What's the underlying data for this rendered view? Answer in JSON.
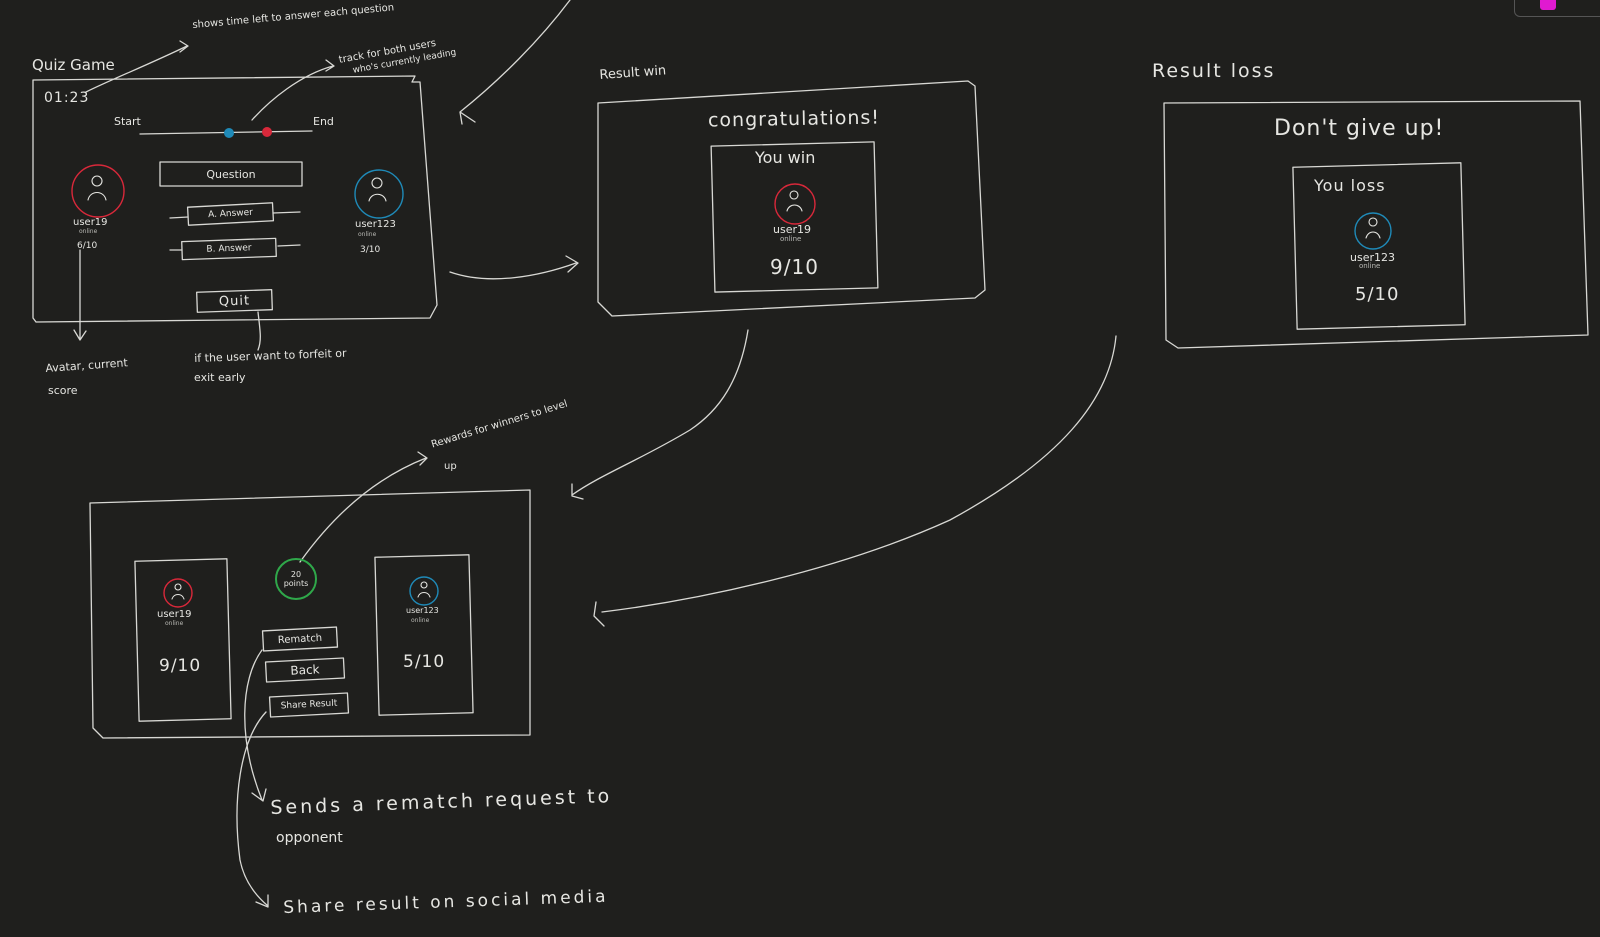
{
  "quiz": {
    "title": "Quiz Game",
    "timer": "01:23",
    "track_start": "Start",
    "track_end": "End",
    "question": "Question",
    "answer_a": "A. Answer",
    "answer_b": "B. Answer",
    "quit": "Quit",
    "player1": {
      "name": "user19",
      "status": "online",
      "score": "6/10"
    },
    "player2": {
      "name": "user123",
      "status": "online",
      "score": "3/10"
    }
  },
  "win": {
    "label": "Result win",
    "heading": "congratulations!",
    "card_title": "You win",
    "name": "user19",
    "status": "online",
    "score": "9/10"
  },
  "loss": {
    "label": "Result loss",
    "heading": "Don't give up!",
    "card_title": "You loss",
    "name": "user123",
    "status": "online",
    "score": "5/10"
  },
  "summary": {
    "points": "20 points",
    "rematch": "Rematch",
    "back": "Back",
    "share": "Share Result",
    "player1": {
      "name": "user19",
      "status": "online",
      "score": "9/10"
    },
    "player2": {
      "name": "user123",
      "status": "online",
      "score": "5/10"
    }
  },
  "notes": {
    "timer_note": "shows time left to answer each question",
    "track_note_1": "track for both users",
    "track_note_2": "who's currently leading",
    "avatar_note_1": "Avatar, current",
    "avatar_note_2": "score",
    "quit_note_1": "if the user want to forfeit or",
    "quit_note_2": "exit early",
    "rewards_note_1": "Rewards for winners to level",
    "rewards_note_2": "up",
    "rematch_note_1": "Sends a rematch request to",
    "rematch_note_2": "opponent",
    "share_note": "Share result on social media"
  },
  "colors": {
    "background": "#1f1f1d",
    "line": "#d8d8d4",
    "player_red": "#d8283a",
    "player_blue": "#1f8ab8",
    "points_green": "#2fa84a",
    "accent_magenta": "#e01ad0"
  }
}
